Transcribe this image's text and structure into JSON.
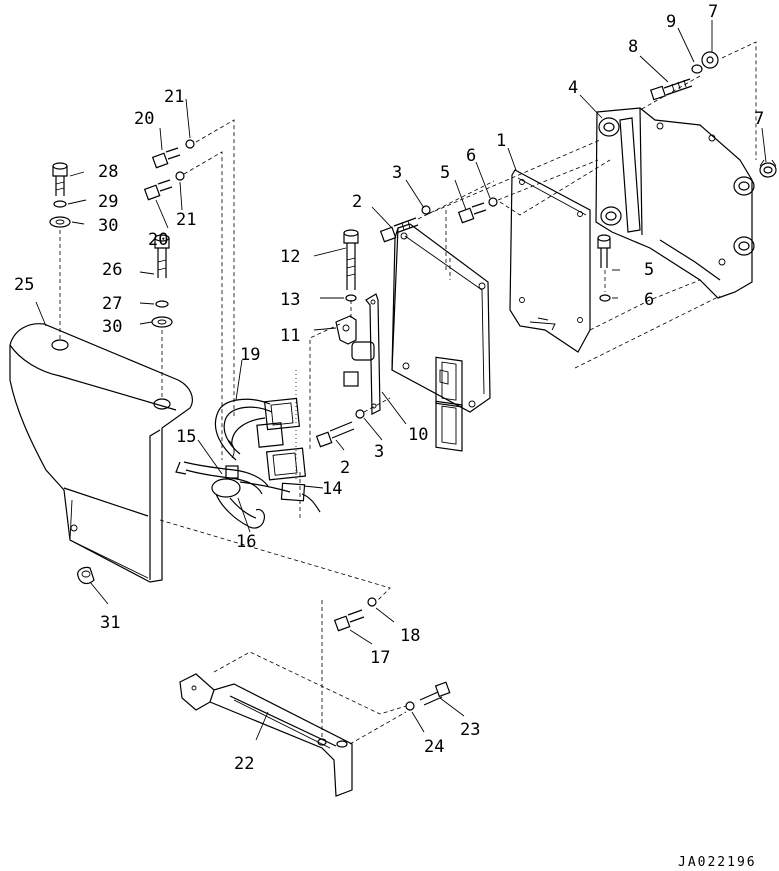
{
  "drawing_code": "JA022196",
  "callouts": {
    "c1": "1",
    "c2a": "2",
    "c2b": "2",
    "c3a": "3",
    "c3b": "3",
    "c4": "4",
    "c5a": "5",
    "c5b": "5",
    "c6a": "6",
    "c6b": "6",
    "c7a": "7",
    "c7b": "7",
    "c8": "8",
    "c9": "9",
    "c10": "10",
    "c11": "11",
    "c12": "12",
    "c13": "13",
    "c14": "14",
    "c15": "15",
    "c16": "16",
    "c17": "17",
    "c18": "18",
    "c19": "19",
    "c20a": "20",
    "c20b": "20",
    "c21a": "21",
    "c21b": "21",
    "c22": "22",
    "c23": "23",
    "c24": "24",
    "c25": "25",
    "c26": "26",
    "c27": "27",
    "c28": "28",
    "c29": "29",
    "c30a": "30",
    "c30b": "30",
    "c31": "31"
  }
}
